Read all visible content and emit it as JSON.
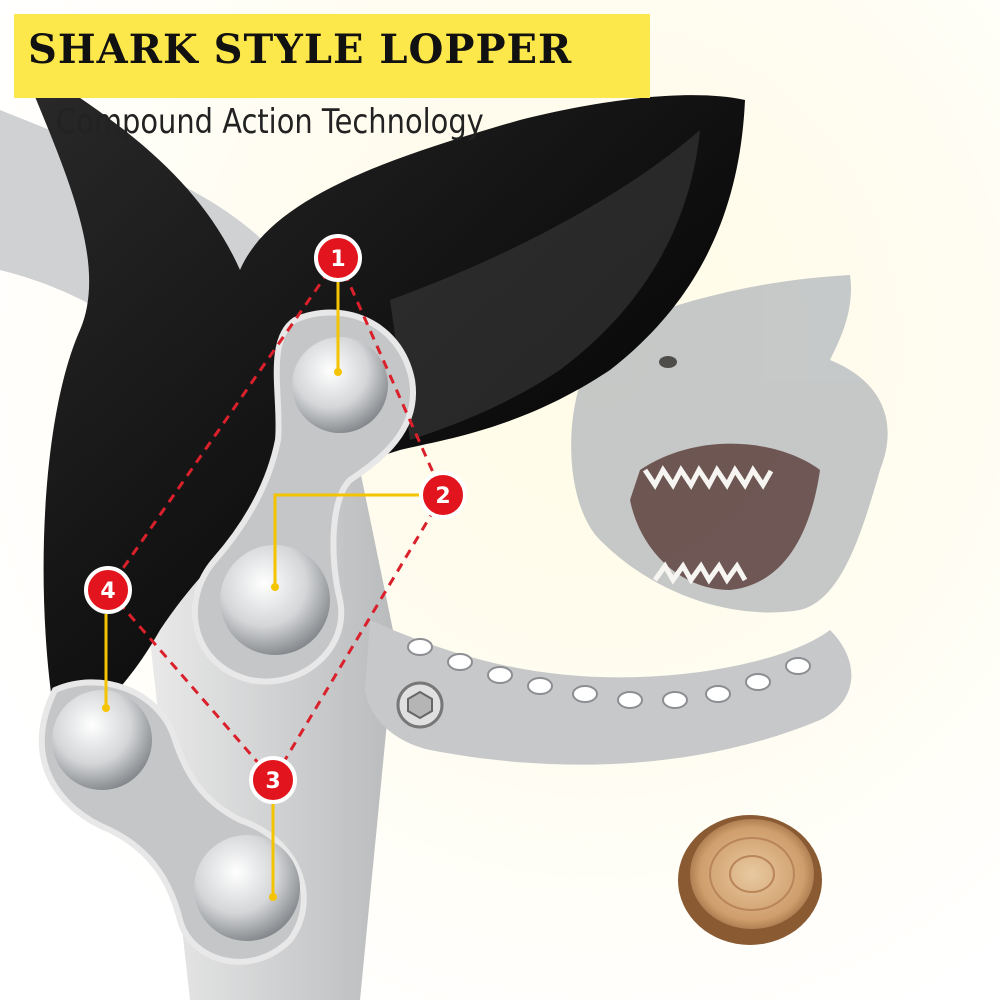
{
  "header": {
    "title": "SHARK STYLE LOPPER",
    "subtitle": "Compound Action Technology"
  },
  "markers": [
    {
      "label": "1"
    },
    {
      "label": "2"
    },
    {
      "label": "3"
    },
    {
      "label": "4"
    }
  ],
  "colors": {
    "banner": "#fde84b",
    "marker": "#e2141d",
    "dashed_line": "#d9202b",
    "callout_line": "#f5c400",
    "blade": "#141414",
    "handle": "#c9cacc"
  }
}
